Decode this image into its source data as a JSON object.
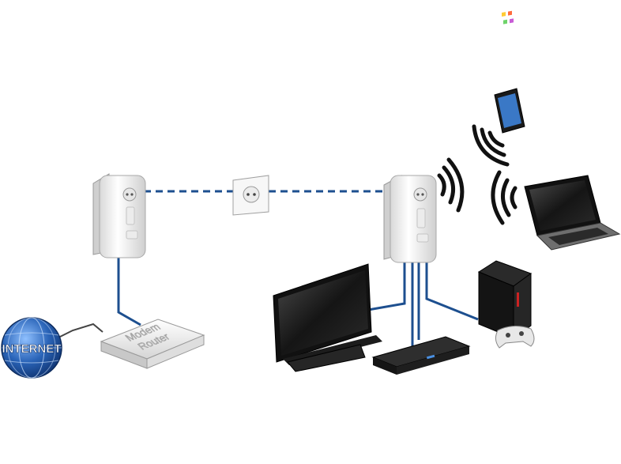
{
  "labels": {
    "internet": "INTERNET",
    "router_line1": "Modem",
    "router_line2": "Router"
  },
  "colors": {
    "background": "#ffffff",
    "cable": "#1d4f8f",
    "device_white": "#f4f4f4",
    "device_dark": "#1a1a1a",
    "globe": "#2a64b8",
    "wifi_wave": "#111111"
  },
  "icons": [
    "powerline-adapter-icon",
    "wall-socket-icon",
    "globe-icon",
    "modem-router-icon",
    "tv-icon",
    "set-top-box-icon",
    "game-console-icon",
    "gamepad-icon",
    "smartphone-icon",
    "laptop-icon",
    "wifi-waves-icon"
  ]
}
